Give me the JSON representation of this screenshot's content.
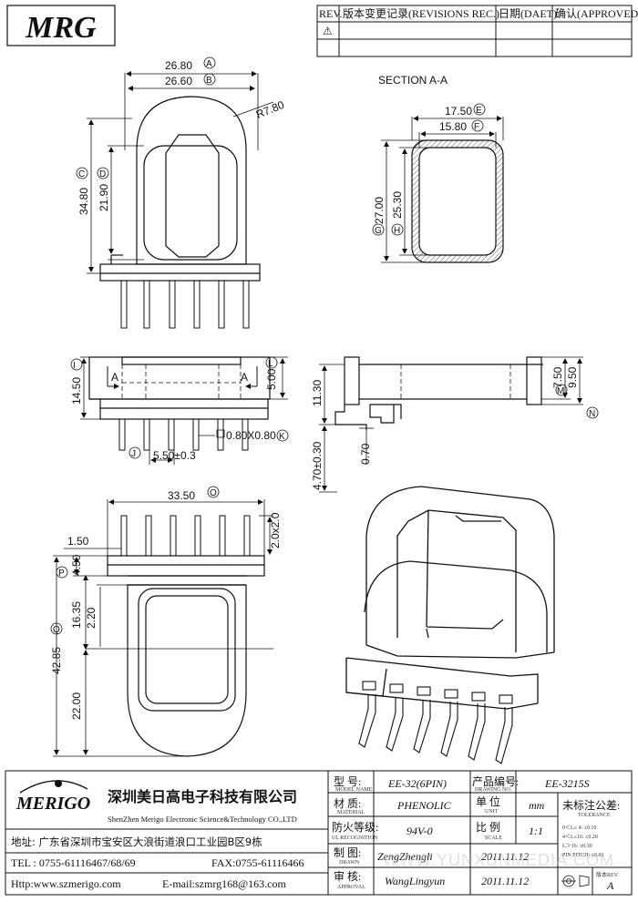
{
  "logo": {
    "text": "MRG"
  },
  "revision_table": {
    "rev_label": "REV.",
    "revisions_label": "版本变更记录(REVISIONS REC.)",
    "date_label": "日期(DAET)",
    "approved_label": "确认(APPROVED)",
    "first_row_symbol": "⚠"
  },
  "section_title": "SECTION A-A",
  "dimensions": {
    "top_width_outer": "26.80",
    "top_width_inner": "26.60",
    "top_radius": "R7.80",
    "top_height_outer": "34.80",
    "top_height_inner": "21.90",
    "sec_width_outer": "17.50",
    "sec_width_inner": "15.80",
    "sec_height_outer": "27.00",
    "sec_height_inner": "25.30",
    "front_height": "14.50",
    "front_flange": "5.00",
    "pin_size": "0.80X0.80",
    "pin_pitch": "5.50±0.3",
    "side_h1": "11.30",
    "side_h2": "7.50",
    "side_h3": "9.50",
    "side_pin_len": "4.70±0.30",
    "side_tab": "0.70",
    "bottom_width": "33.50",
    "bottom_margin": "1.50",
    "bottom_pin_h": "2.0x2.0",
    "bottom_top": "4.50",
    "bottom_h1": "16.35",
    "bottom_h2": "2.20",
    "bottom_total": "42.85",
    "bottom_h3": "22.00"
  },
  "markers": [
    "A",
    "B",
    "C",
    "D",
    "E",
    "F",
    "G",
    "H",
    "I",
    "J",
    "K",
    "L",
    "M",
    "N",
    "O",
    "P",
    "Q"
  ],
  "section_cut": "A",
  "title_block": {
    "company_cn": "深圳美日高电子科技有限公司",
    "company_en": "ShenZhen Merigo Electronic Science&Technology CO.,LTD",
    "brand": "MERIGO",
    "address": "地址: 广东省深圳市宝安区大浪街道浪口工业园B区9栋",
    "tel": "TEL : 0755-61116467/68/69",
    "fax": "FAX:0755-61116466",
    "web": "Http:www.szmerigo.com",
    "email": "E-mail:szmrg168@163.com",
    "model_label": "型 号:",
    "model_sub": "MODEL NAME",
    "model_value": "EE-32(6PIN)",
    "drawing_no_label": "产品编号:",
    "drawing_no_sub": "DRAWING NO.",
    "drawing_no_value": "EE-3215S",
    "material_label": "材 质:",
    "material_sub": "MATERIAL",
    "material_value": "PHENOLIC",
    "unit_label": "单 位",
    "unit_sub": "UNIT",
    "unit_value": "mm",
    "tolerance_label": "未标注公差:",
    "tolerance_sub": "TOLERANCE",
    "tol_1": "0＜L≤ 4:  ±0.10",
    "tol_2": "4＜L≤16:  ±0.20",
    "tol_3": "L＞16:  ±0.30",
    "tol_4": "PIN PITCH: ±0.02",
    "fire_label": "防火等级:",
    "fire_sub": "UL RECOGNITION",
    "fire_value": "94V-0",
    "scale_label": "比 例",
    "scale_sub": "SCALE",
    "scale_value": "1:1",
    "drawn_label": "制 图:",
    "drawn_sub": "DRAWN",
    "drawn_value": "ZengZhengli",
    "drawn_date": "2011.11.12",
    "approval_label": "审 核:",
    "approval_sub": "APPROVAL",
    "approval_value": "WangLingyun",
    "approval_date": "2011.11.12",
    "rev_label": "版本REV.",
    "rev_value": "A",
    "watermark": "WWW.YUNXUNMEDIA.COM"
  }
}
